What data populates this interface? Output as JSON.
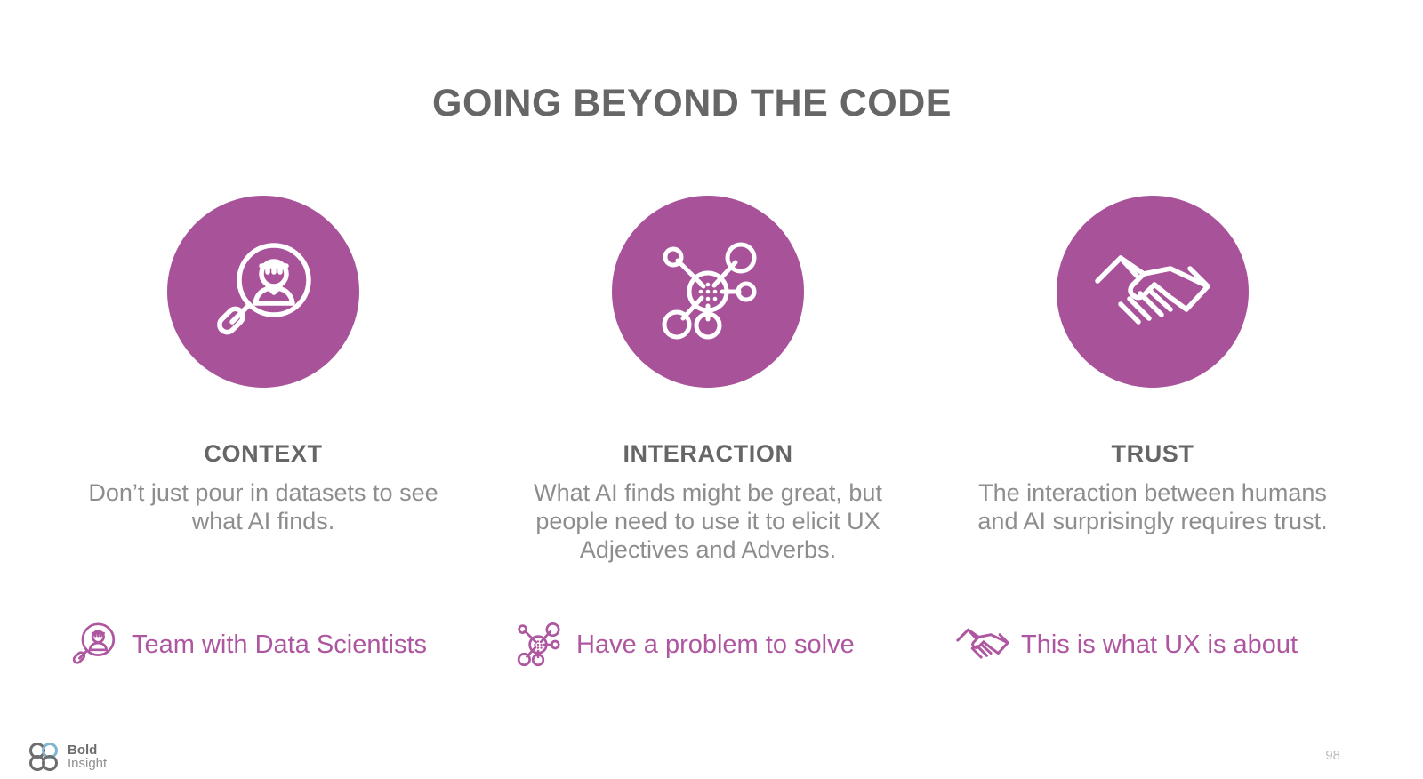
{
  "slide": {
    "title": "GOING BEYOND THE CODE",
    "background_color": "#ffffff",
    "accent_color": "#a8529a",
    "callout_text_color": "#ae56a0",
    "heading_color": "#666666",
    "body_color": "#8d8d8d"
  },
  "columns": [
    {
      "icon": "magnifier-person-icon",
      "heading": "CONTEXT",
      "body": "Don’t just pour in datasets to see what AI finds.",
      "callout_icon": "magnifier-person-icon",
      "callout": "Team with Data Scientists"
    },
    {
      "icon": "network-hub-icon",
      "heading": "INTERACTION",
      "body": "What AI finds might be great, but people need to use it to elicit UX Adjectives and Adverbs.",
      "callout_icon": "network-hub-icon",
      "callout": "Have a problem to solve"
    },
    {
      "icon": "handshake-icon",
      "heading": "TRUST",
      "body": "The interaction between humans and AI surprisingly requires trust.",
      "callout_icon": "handshake-icon",
      "callout": "This is what UX is about"
    }
  ],
  "footer": {
    "logo_line1": "Bold",
    "logo_line2": "Insight",
    "logo_icon": "bold-insight-logo-icon",
    "page_number": "98"
  }
}
